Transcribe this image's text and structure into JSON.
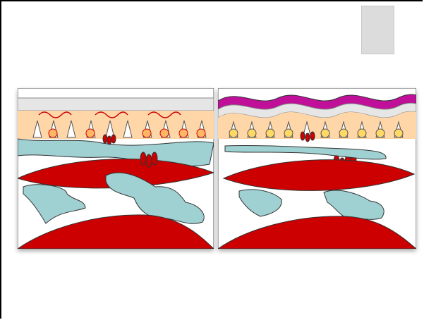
{
  "figure": {
    "panels": [
      {
        "id": "left",
        "description_icon": "skin-surface-cells-vessels-diagram"
      },
      {
        "id": "right",
        "description_icon": "skin-surface-cells-vessels-diagram-with-top-membrane"
      }
    ]
  },
  "colors": {
    "epithelium": "#ffd6a8",
    "blood_vessel": "#cc0000",
    "tissue": "#9fd0d2",
    "membrane": "#c0109a",
    "cell_yellow": "#ffd966",
    "surface_grey": "#e6e6e6"
  }
}
